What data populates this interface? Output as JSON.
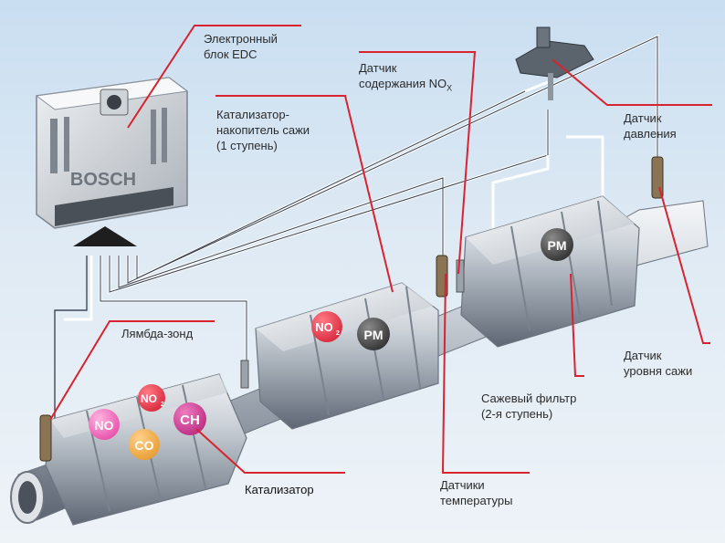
{
  "labels": {
    "edc": "Электронный\nблок EDC",
    "nox_sensor": "Датчик\nсодержания NO",
    "nox_sub": "X",
    "storage_cat": "Катализатор-\nнакопитель сажи\n(1 ступень)",
    "pressure_sensor": "Датчик\nдавления",
    "lambda": "Лямбда-зонд",
    "soot_level": "Датчик\nуровня сажи",
    "soot_filter": "Сажевый фильтр\n(2-я ступень)",
    "catalyst": "Катализатор",
    "temp_sensors": "Датчики\nтемпературы"
  },
  "ecu_brand": "BOSCH",
  "molecules": {
    "no": "NO",
    "co": "CO",
    "ch": "CH",
    "no2_a": "NO",
    "no2_b": "NO",
    "no2_sub": "2",
    "pm_a": "PM",
    "pm_b": "PM"
  },
  "colors": {
    "leader_line": "#d9232e",
    "no_pink": "#e64aa8",
    "co_orange": "#e79a2c",
    "ch_magenta": "#b7287f",
    "no2_red": "#d6253a",
    "pm_dark": "#3b3b3b"
  }
}
